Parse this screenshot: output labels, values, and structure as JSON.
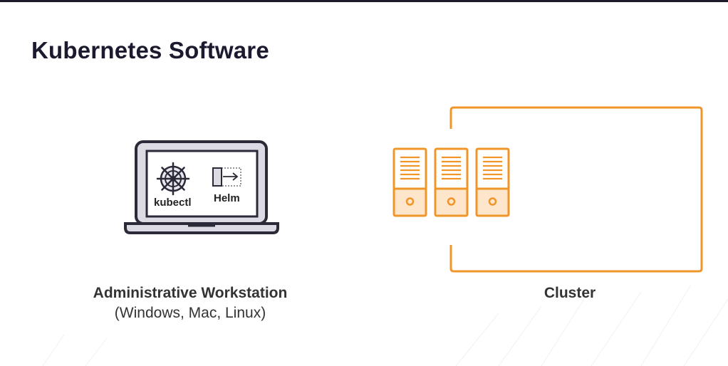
{
  "slide": {
    "title": "Kubernetes Software"
  },
  "workstation": {
    "title": "Administrative Workstation",
    "subtitle": "(Windows, Mac, Linux)",
    "tools": [
      {
        "label": "kubectl",
        "icon": "kubernetes-helm-wheel-icon"
      },
      {
        "label": "Helm",
        "icon": "helm-arrow-icon"
      }
    ]
  },
  "cluster": {
    "label": "Cluster",
    "server_count": 3
  },
  "colors": {
    "accent": "#f0952a",
    "accent_fill": "#fde6cc",
    "dark": "#2b2a38",
    "screen": "#ffffff",
    "laptop_body": "#dcdbe3"
  }
}
